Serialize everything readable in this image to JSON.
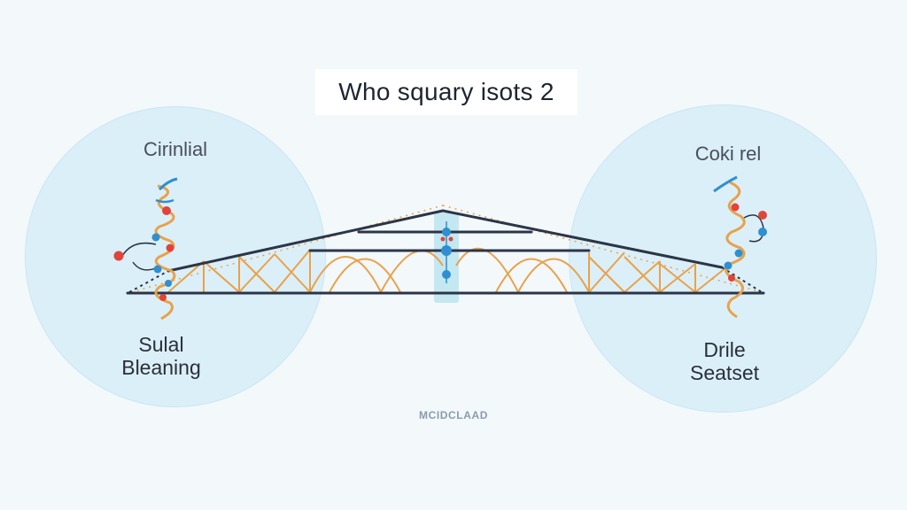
{
  "title": "Who squary isots 2",
  "left": {
    "top_label": "Cirinlial",
    "bottom_line1": "Sulal",
    "bottom_line2": "Bleaning"
  },
  "right": {
    "top_label": "Coki rel",
    "bottom_line1": "Drile",
    "bottom_line2": "Seatset"
  },
  "footer": "MCIDCLAAD",
  "colors": {
    "circle": "#dbeff8",
    "truss_frame": "#2c3548",
    "truss_web": "#e8a24a",
    "node_red": "#e0443a",
    "node_blue": "#2f8fd0",
    "center_column": "#bfe6ef"
  }
}
